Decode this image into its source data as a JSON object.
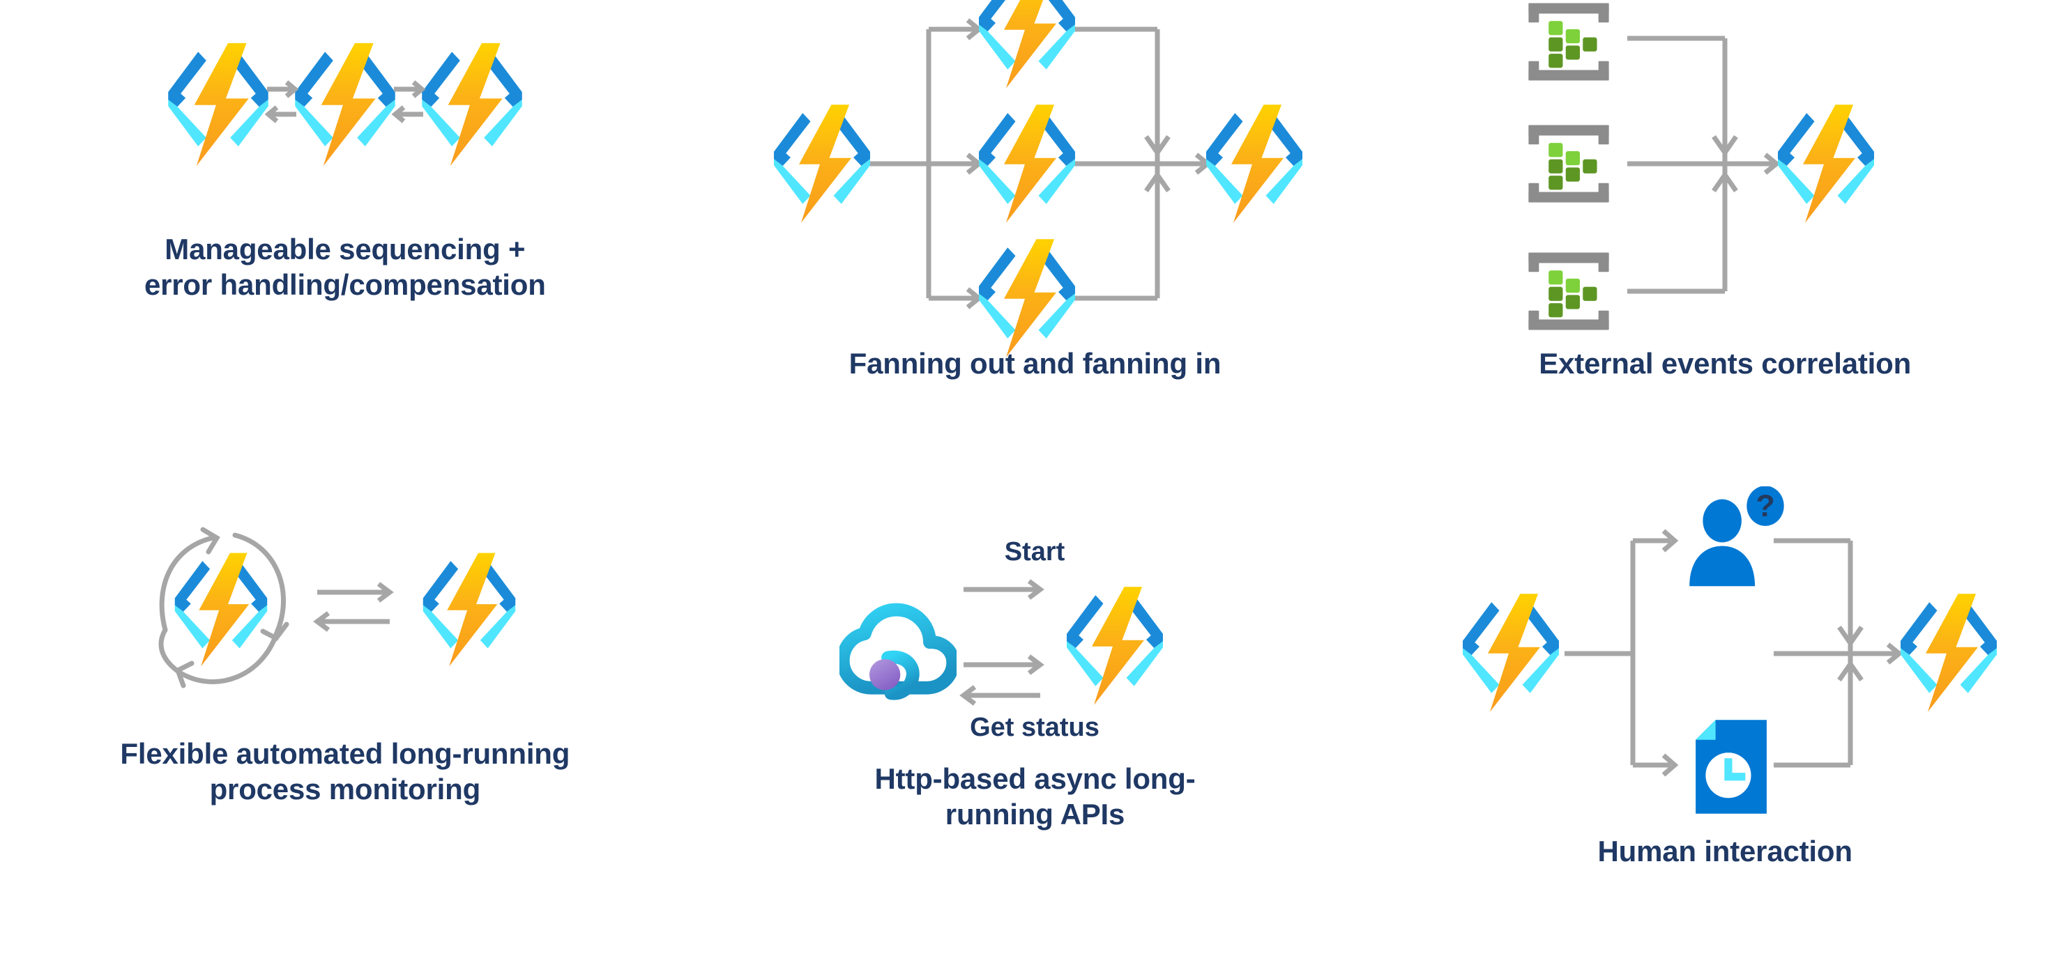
{
  "page": {
    "background": "#ffffff",
    "caption_color": "#1f3864",
    "connector_color": "#a6a6a6"
  },
  "palette": {
    "azure_blue_dark": "#1b8bd9",
    "azure_cyan": "#50e6ff",
    "bolt_yellow": "#ffd200",
    "bolt_orange": "#f9a01b",
    "eventgrid_gray": "#8c8c8c",
    "eventgrid_green_light": "#7fd13b",
    "eventgrid_green_dark": "#5e9624",
    "person_blue": "#0078d4",
    "question_dark": "#243a5e",
    "cloud_cyan": "#32d4f5",
    "cloud_purple": "#9b6dd6",
    "doc_blue": "#0078d4",
    "clock_cyan": "#50e6ff"
  },
  "panels": [
    {
      "id": "panel-sequencing",
      "caption": "Manageable sequencing +\nerror handling/compensation",
      "icons": [
        {
          "name": "azure-function-icon",
          "label": "Azure Functions"
        },
        {
          "name": "azure-function-icon",
          "label": "Azure Functions"
        },
        {
          "name": "azure-function-icon",
          "label": "Azure Functions"
        }
      ],
      "connectors": [
        {
          "name": "bidirectional-arrow-pair",
          "direction": "right-and-left"
        },
        {
          "name": "bidirectional-arrow-pair",
          "direction": "right-and-left"
        }
      ]
    },
    {
      "id": "panel-fanout",
      "caption": "Fanning out and fanning in",
      "icons": [
        {
          "name": "azure-function-icon",
          "label": "Azure Functions orchestrator"
        },
        {
          "name": "azure-function-icon",
          "label": "Azure Functions activity top"
        },
        {
          "name": "azure-function-icon",
          "label": "Azure Functions activity middle"
        },
        {
          "name": "azure-function-icon",
          "label": "Azure Functions activity bottom"
        },
        {
          "name": "azure-function-icon",
          "label": "Azure Functions aggregator"
        }
      ],
      "connectors": [
        {
          "name": "fan-out-branch"
        },
        {
          "name": "fan-in-merge"
        }
      ]
    },
    {
      "id": "panel-events",
      "caption": "External events correlation",
      "icons": [
        {
          "name": "event-grid-icon",
          "label": "Event Grid"
        },
        {
          "name": "event-grid-icon",
          "label": "Event Grid"
        },
        {
          "name": "event-grid-icon",
          "label": "Event Grid"
        },
        {
          "name": "azure-function-icon",
          "label": "Azure Functions"
        }
      ],
      "connectors": [
        {
          "name": "fan-in-merge"
        }
      ]
    },
    {
      "id": "panel-monitoring",
      "caption": "Flexible automated long-running\nprocess monitoring",
      "icons": [
        {
          "name": "azure-function-icon",
          "label": "Azure Functions monitored"
        },
        {
          "name": "azure-function-icon",
          "label": "Azure Functions target"
        }
      ],
      "connectors": [
        {
          "name": "circular-loop-arrows"
        },
        {
          "name": "bidirectional-arrow-pair",
          "direction": "right-and-left"
        }
      ]
    },
    {
      "id": "panel-http",
      "caption": "Http-based async long-\nrunning APIs",
      "labels": {
        "start": "Start",
        "get_status": "Get status"
      },
      "icons": [
        {
          "name": "cloud-client-icon",
          "label": "Cloud client"
        },
        {
          "name": "azure-function-icon",
          "label": "Azure Functions"
        }
      ],
      "connectors": [
        {
          "name": "arrow-right",
          "label": "Start"
        },
        {
          "name": "arrow-right",
          "label": ""
        },
        {
          "name": "arrow-left",
          "label": "Get status"
        }
      ]
    },
    {
      "id": "panel-human",
      "caption": "Human interaction",
      "icons": [
        {
          "name": "azure-function-icon",
          "label": "Azure Functions orchestrator"
        },
        {
          "name": "person-question-icon",
          "label": "Human approver"
        },
        {
          "name": "timer-document-icon",
          "label": "Durable timer"
        },
        {
          "name": "azure-function-icon",
          "label": "Azure Functions continuation"
        }
      ],
      "connectors": [
        {
          "name": "fan-out-branch"
        },
        {
          "name": "fan-in-merge"
        }
      ]
    }
  ]
}
